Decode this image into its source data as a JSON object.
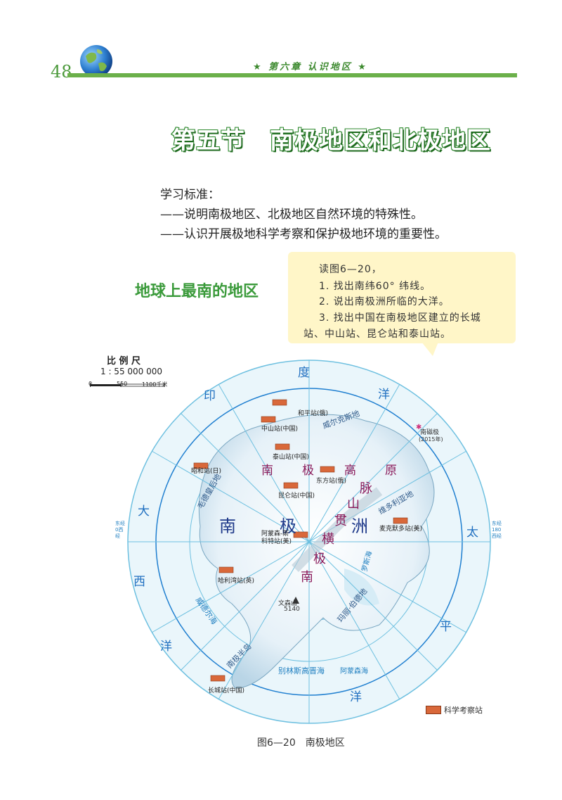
{
  "header": {
    "page_number": "48",
    "chapter": "★  第六章  认识地区  ★"
  },
  "section_title": "第五节　南极地区和北极地区",
  "standards": {
    "title": "学习标准：",
    "items": [
      "——说明南极地区、北极地区自然环境的特殊性。",
      "——认识开展极地科学考察和保护极地环境的重要性。"
    ]
  },
  "subheading": "地球上最南的地区",
  "callout": {
    "lines": [
      "读图6—20，",
      "1. 找出南纬60° 纬线。",
      "2. 说出南极洲所临的大洋。",
      "3. 找出中国在南极地区建立的长城",
      "站、中山站、昆仑站和泰山站。"
    ]
  },
  "scale": {
    "title": "比 例 尺",
    "ratio": "1 : 55 000 000",
    "ticks": [
      "0",
      "550",
      "1100千米"
    ]
  },
  "map": {
    "ocean_labels": {
      "indian": [
        "印",
        "度",
        "洋"
      ],
      "atlantic": [
        "大",
        "西",
        "洋"
      ],
      "pacific": [
        "太",
        "平",
        "洋"
      ]
    },
    "regions": {
      "antarctica": [
        "南",
        "极",
        "洲"
      ],
      "plateau": [
        "南",
        "极",
        "高",
        "原"
      ],
      "mountains": [
        "南",
        "极",
        "横",
        "贯",
        "山",
        "脉"
      ],
      "wilkes": "威尔克斯地",
      "queen_maud": "毛德皇后地",
      "victoria": "维多利亚地",
      "marie_byrd": "玛丽·伯德地",
      "weddell_sea": "威德尔海",
      "peninsula": "南极半岛",
      "bellingshausen": "别林斯高晋海",
      "ross_sea": "罗斯海",
      "amundsen": "阿蒙森海",
      "magnetic_pole": "南磁极",
      "magnetic_pole_year": "(2015年)",
      "vinson": "文森山",
      "vinson_height": "5140",
      "east_long": "东经180西经",
      "west_long": "东经0西经"
    },
    "stations": [
      {
        "name": "和平站(俄)"
      },
      {
        "name": "中山站(中国)"
      },
      {
        "name": "泰山站(中国)"
      },
      {
        "name": "东方站(俄)"
      },
      {
        "name": "昭和站(日)"
      },
      {
        "name": "昆仑站(中国)"
      },
      {
        "name": "阿蒙森-斯科特站(美)"
      },
      {
        "name": "麦克默多站(美)"
      },
      {
        "name": "哈利湾站(英)"
      },
      {
        "name": "长城站(中国)"
      }
    ],
    "legend": "科学考察站",
    "caption": "图6—20　南极地区"
  },
  "colors": {
    "green": "#3a9a3a",
    "map_line": "#6ec0e0",
    "station": "#d9683a",
    "antarctica_text": "#1f3a8a",
    "region_text": "#8a1a5a"
  }
}
